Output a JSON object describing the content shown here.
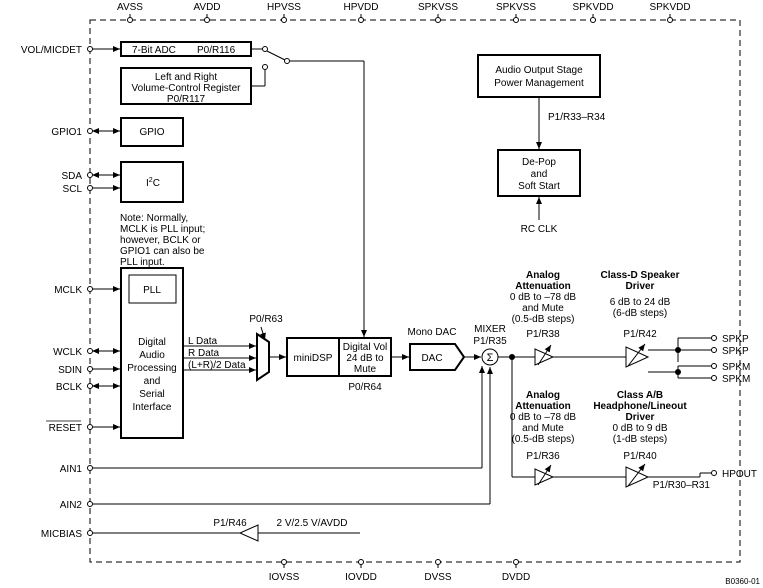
{
  "top_pins": [
    "AVSS",
    "AVDD",
    "HPVSS",
    "HPVDD",
    "SPKVSS",
    "SPKVSS",
    "SPKVDD",
    "SPKVDD"
  ],
  "bottom_pins": [
    "IOVSS",
    "IOVDD",
    "DVSS",
    "DVDD"
  ],
  "left_pins": {
    "vol_micdet": "VOL/MICDET",
    "gpio1": "GPIO1",
    "sda": "SDA",
    "scl": "SCL",
    "mclk": "MCLK",
    "wclk": "WCLK",
    "sdin": "SDIN",
    "bclk": "BCLK",
    "reset": "RESET",
    "ain1": "AIN1",
    "ain2": "AIN2",
    "micbias": "MICBIAS"
  },
  "right_pins": {
    "spkp1": "SPKP",
    "spkp2": "SPKP",
    "spkm1": "SPKM",
    "spkm2": "SPKM",
    "hpout": "HPOUT"
  },
  "blocks": {
    "adc_name": "7-Bit ADC",
    "adc_reg": "P0/R116",
    "volreg_l1": "Left and Right",
    "volreg_l2": "Volume-Control Register",
    "volreg_l3": "P0/R117",
    "gpio": "GPIO",
    "i2c_main": "I",
    "i2c_sup": "2",
    "i2c_tail": "C",
    "note_l1": "Note: Normally,",
    "note_l2": "MCLK is PLL input;",
    "note_l3": "however, BCLK or",
    "note_l4": "GPIO1 can also be",
    "note_l5": "PLL input.",
    "pll": "PLL",
    "dap_l1": "Digital",
    "dap_l2": "Audio",
    "dap_l3": "Processing",
    "dap_l4": "and",
    "dap_l5": "Serial",
    "dap_l6": "Interface",
    "sig_l": "L Data",
    "sig_r": "R Data",
    "sig_lr": "(L+R)/2 Data",
    "mux_reg": "P0/R63",
    "minidsp": "miniDSP",
    "dvol_l1": "Digital Vol",
    "dvol_l2": "24 dB to",
    "dvol_l3": "Mute",
    "dvol_reg": "P0/R64",
    "monodac_label": "Mono DAC",
    "dac": "DAC",
    "mixer_l1": "MIXER",
    "mixer_l2": "P1/R35",
    "sigma": "Σ",
    "aos_l1": "Audio Output Stage",
    "aos_l2": "Power Management",
    "aos_reg": "P1/R33–R34",
    "depop_l1": "De-Pop",
    "depop_l2": "and",
    "depop_l3": "Soft Start",
    "rcclk": "RC CLK",
    "att1_l1": "Analog",
    "att1_l2": "Attenuation",
    "att1_l3": "0 dB to –78 dB",
    "att1_l4": "and Mute",
    "att1_l5": "(0.5-dB steps)",
    "att1_reg": "P1/R38",
    "cld_l1": "Class-D Speaker",
    "cld_l2": "Driver",
    "cld_l3": "6 dB to 24 dB",
    "cld_l4": "(6-dB steps)",
    "cld_reg": "P1/R42",
    "att2_l1": "Analog",
    "att2_l2": "Attenuation",
    "att2_l3": "0 dB to –78 dB",
    "att2_l4": "and Mute",
    "att2_l5": "(0.5-dB steps)",
    "att2_reg": "P1/R36",
    "hp_l1": "Class A/B",
    "hp_l2": "Headphone/Lineout",
    "hp_l3": "Driver",
    "hp_l4": "0 dB to 9 dB",
    "hp_l5": "(1-dB steps)",
    "hp_reg": "P1/R40",
    "hpout_reg": "P1/R30–R31",
    "micbias_reg": "P1/R46",
    "micbias_val": "2 V/2.5 V/AVDD"
  },
  "figure_id": "B0360-01"
}
